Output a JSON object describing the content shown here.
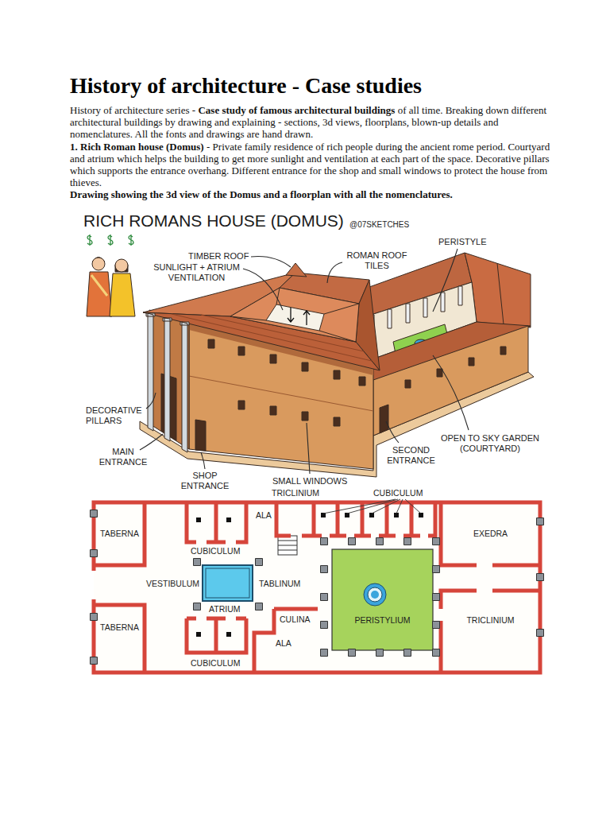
{
  "diagram": {
    "title": "History of architecture - Case studies",
    "nodes": [
      {
        "text": [
          "TABERNA"
        ]
      },
      {
        "text": [
          "EXEDRA"
        ]
      },
      {
        "text": [
          "TABERNA"
        ]
      },
      {
        "text": [
          "PERISTYLIUM"
        ]
      },
      {
        "text": [
          "TRICLINIUM"
        ]
      }
    ],
    "labels": [
      "History of architecture series -",
      "Case study of famous architectural buildings",
      "of all time. Breaking down different architectural buildings by drawing and explaining - sections, 3d views, floorplans, blown-up details and nomenclatures. All the fonts and drawings are hand drawn.",
      "1. Rich Roman house (Domus)",
      "- Private family residence of rich people during the ancient rome period. Courtyard and atrium which helps the building to get more sunlight and ventilation at each part of the space. Decorative pillars which supports the entrance overhang. Different entrance for the shop and small windows to protect the house from thieves.",
      "Drawing showing the 3d view of the Domus and a floorplan with all the nomenclatures.",
      "RICH ROMANS HOUSE (DOMUS)",
      "@07SKETCHES",
      "TIMBER ROOF",
      "SUNLIGHT + ATRIUM VENTILATION",
      "ROMAN ROOF TILES",
      "PERISTYLE",
      "DECORATIVE PILLARS",
      "MAIN ENTRANCE",
      "SHOP ENTRANCE",
      "SMALL WINDOWS",
      "SECOND ENTRANCE",
      "OPEN TO SKY GARDEN (COURTYARD)",
      "TRICLINIUM",
      "CUBICULUM",
      "CUBICULUM",
      "ALA",
      "VESTIBULUM",
      "ATRIUM",
      "TABLINUM",
      "CULINA",
      "ALA",
      "CUBICULUM"
    ]
  }
}
